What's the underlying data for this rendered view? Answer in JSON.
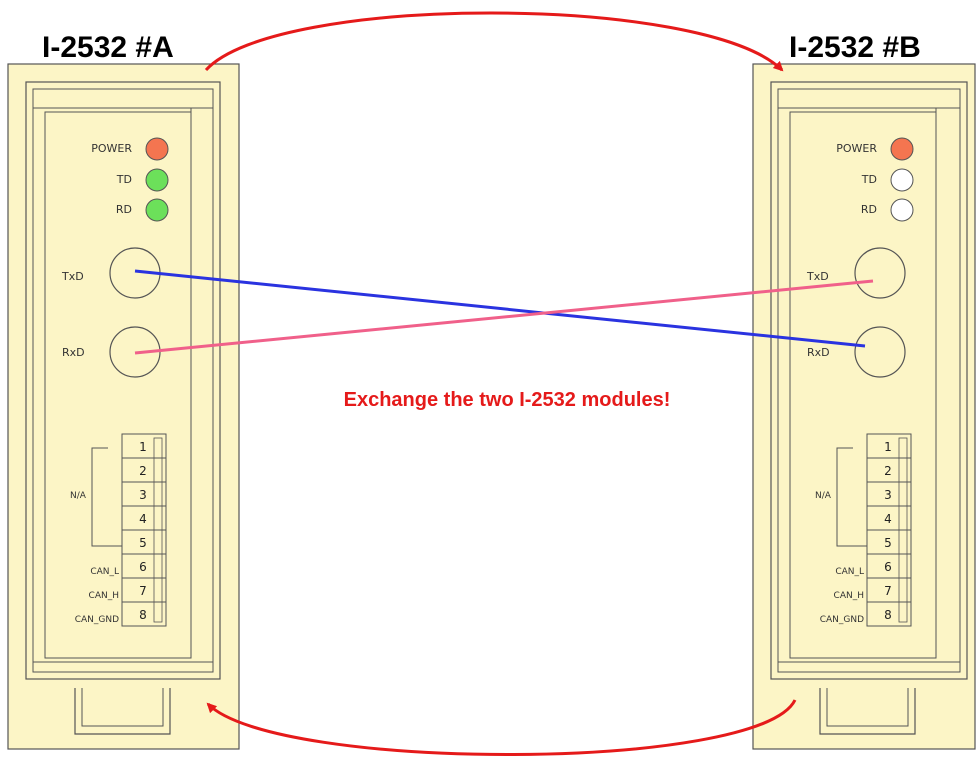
{
  "modules": [
    {
      "id": "A",
      "title": "I-2532 #A",
      "leds": [
        {
          "label": "POWER",
          "state": "on",
          "color": "#f47550"
        },
        {
          "label": "TD",
          "state": "on",
          "color": "#6ce05a"
        },
        {
          "label": "RD",
          "state": "on",
          "color": "#6ce05a"
        }
      ],
      "ports": [
        "TxD",
        "RxD"
      ],
      "terminals": [
        "1",
        "2",
        "3",
        "4",
        "5",
        "6",
        "7",
        "8"
      ],
      "terminal_labels": [
        "N/A",
        "CAN_L",
        "CAN_H",
        "CAN_GND"
      ]
    },
    {
      "id": "B",
      "title": "I-2532 #B",
      "leds": [
        {
          "label": "POWER",
          "state": "on",
          "color": "#f47550"
        },
        {
          "label": "TD",
          "state": "off",
          "color": "#ffffff"
        },
        {
          "label": "RD",
          "state": "off",
          "color": "#ffffff"
        }
      ],
      "ports": [
        "TxD",
        "RxD"
      ],
      "terminals": [
        "1",
        "2",
        "3",
        "4",
        "5",
        "6",
        "7",
        "8"
      ],
      "terminal_labels": [
        "N/A",
        "CAN_L",
        "CAN_H",
        "CAN_GND"
      ]
    }
  ],
  "message": "Exchange the two I-2532 modules!",
  "colors": {
    "module_fill": "#fcf5c6",
    "arrow": "#e51a1a",
    "message": "#e51a1a",
    "cable_a_txd_to_b_rxd": "#2a33e0",
    "cable_a_rxd_to_b_txd": "#f0608a"
  }
}
